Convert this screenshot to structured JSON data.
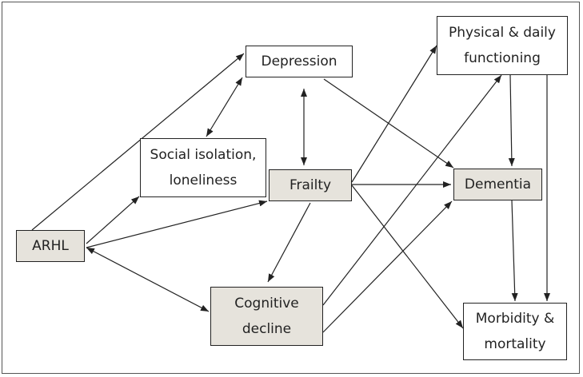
{
  "colors": {
    "shaded": "#e6e3dc",
    "plain": "#ffffff",
    "line": "#222222"
  },
  "nodes": {
    "arhl": {
      "lines": [
        "ARHL"
      ],
      "shaded": true
    },
    "depression": {
      "lines": [
        "Depression"
      ],
      "shaded": false
    },
    "social": {
      "lines": [
        "Social isolation,",
        "loneliness"
      ],
      "shaded": false
    },
    "frailty": {
      "lines": [
        "Frailty"
      ],
      "shaded": true
    },
    "cognitive": {
      "lines": [
        "Cognitive",
        "decline"
      ],
      "shaded": true
    },
    "physical": {
      "lines": [
        "Physical & daily",
        "functioning"
      ],
      "shaded": false
    },
    "dementia": {
      "lines": [
        "Dementia"
      ],
      "shaded": true
    },
    "morbidity": {
      "lines": [
        "Morbidity &",
        "mortality"
      ],
      "shaded": false
    }
  },
  "edges": [
    {
      "from": "arhl",
      "to": "depression",
      "bidirectional": false
    },
    {
      "from": "arhl",
      "to": "social",
      "bidirectional": false
    },
    {
      "from": "arhl",
      "to": "frailty",
      "bidirectional": false
    },
    {
      "from": "arhl",
      "to": "cognitive",
      "bidirectional": true
    },
    {
      "from": "social",
      "to": "depression",
      "bidirectional": true
    },
    {
      "from": "depression",
      "to": "frailty",
      "bidirectional": true
    },
    {
      "from": "depression",
      "to": "dementia",
      "bidirectional": false
    },
    {
      "from": "frailty",
      "to": "dementia",
      "bidirectional": false
    },
    {
      "from": "frailty",
      "to": "physical",
      "bidirectional": false
    },
    {
      "from": "frailty",
      "to": "cognitive",
      "bidirectional": false
    },
    {
      "from": "frailty",
      "to": "morbidity",
      "bidirectional": false
    },
    {
      "from": "cognitive",
      "to": "physical",
      "bidirectional": false
    },
    {
      "from": "cognitive",
      "to": "dementia",
      "bidirectional": false
    },
    {
      "from": "physical",
      "to": "dementia",
      "bidirectional": false
    },
    {
      "from": "physical",
      "to": "morbidity",
      "bidirectional": false
    },
    {
      "from": "dementia",
      "to": "morbidity",
      "bidirectional": false
    }
  ]
}
